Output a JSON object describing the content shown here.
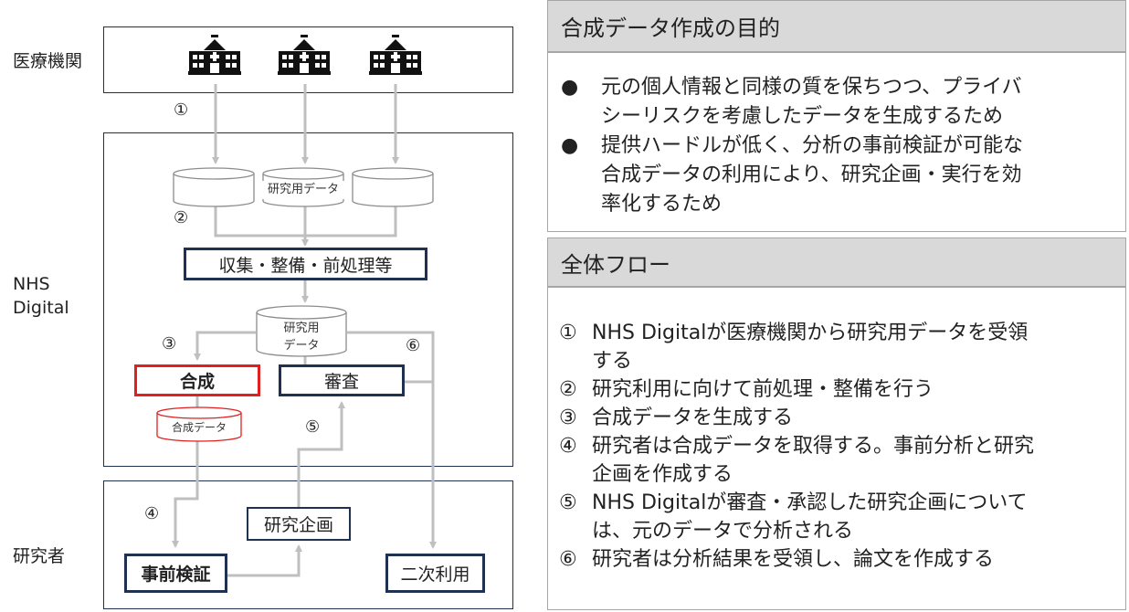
{
  "diagram": {
    "lanes": {
      "medical": "医療機関",
      "nhs_line1": "NHS",
      "nhs_line2": "Digital",
      "researcher": "研究者"
    },
    "steps": [
      "①",
      "②",
      "③",
      "④",
      "⑤",
      "⑥"
    ],
    "cylinders": {
      "research_data": "研究用データ",
      "research_data_line1": "研究用",
      "research_data_line2": "データ",
      "synthetic": "合成データ"
    },
    "boxes": {
      "collect": "収集・整備・前処理等",
      "synthesize": "合成",
      "review": "審査",
      "plan": "研究企画",
      "prevalidation": "事前検証",
      "secondary": "二次利用"
    },
    "icons": [
      "hospital-icon",
      "hospital-icon",
      "hospital-icon"
    ],
    "colors": {
      "navy": "#1f3050",
      "red": "#e0201e",
      "arrow_gray": "#bfbfbf",
      "panel_gray": "#d9d9d9"
    }
  },
  "purpose": {
    "title": "合成データ作成の目的",
    "bullets": [
      {
        "mark": "●",
        "lines": [
          "元の個人情報と同様の質を保ちつつ、プライバ",
          "シーリスクを考慮したデータを生成するため"
        ]
      },
      {
        "mark": "●",
        "lines": [
          "提供ハードルが低く、分析の事前検証が可能な",
          "合成データの利用により、研究企画・実行を効",
          "率化するため"
        ]
      }
    ]
  },
  "flow": {
    "title": "全体フロー",
    "items": [
      {
        "mark": "①",
        "lines": [
          "NHS Digitalが医療機関から研究用データを受領",
          "する"
        ]
      },
      {
        "mark": "②",
        "lines": [
          "研究利用に向けて前処理・整備を行う"
        ]
      },
      {
        "mark": "③",
        "lines": [
          "合成データを生成する"
        ]
      },
      {
        "mark": "④",
        "lines": [
          "研究者は合成データを取得する。事前分析と研究",
          "企画を作成する"
        ]
      },
      {
        "mark": "⑤",
        "lines": [
          "NHS Digitalが審査・承認した研究企画について",
          "は、元のデータで分析される"
        ]
      },
      {
        "mark": "⑥",
        "lines": [
          "研究者は分析結果を受領し、論文を作成する"
        ]
      }
    ]
  }
}
